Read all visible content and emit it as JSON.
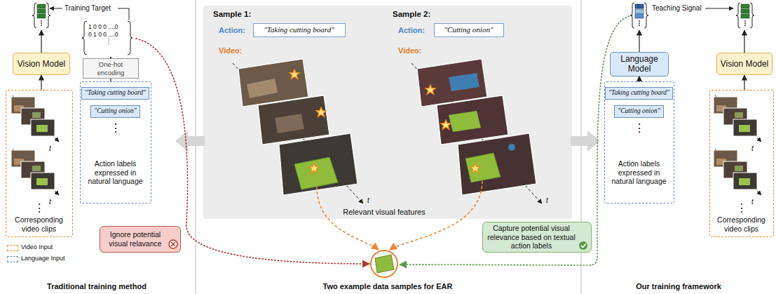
{
  "diagram": {
    "nodes": [
      {
        "text": [
          "⋮",
          "Corresponding video clips"
        ]
      },
      {
        "text": [
          "Vision Model"
        ]
      },
      {
        "text": [
          "One-hot encoding"
        ]
      },
      {
        "text": [
          "⋮",
          "Action labels expressed in natural language"
        ]
      },
      {
        "text": [
          "\"Taking cutting board\""
        ],
        "in": 3
      },
      {
        "text": [
          "\"Cutting onion\""
        ],
        "in": 3
      },
      {
        "text": [
          "Ignore potential visual relavance"
        ]
      },
      {
        "text": [
          "Sample 1:",
          "Action:",
          "Video:",
          "Sample 2:",
          "Action:",
          "Video:",
          "Relevant visual features"
        ]
      },
      {
        "text": [
          "\"Taking cutting board\""
        ],
        "in": 7
      },
      {
        "text": [
          "\"Cutting onion\""
        ],
        "in": 7
      },
      {
        "text": [
          "Capture potential visual relevance based on textual action labels"
        ]
      },
      {
        "text": [
          "Language Model"
        ]
      },
      {
        "text": [
          "⋮",
          "Action labels expressed in natural language"
        ]
      },
      {
        "text": [
          "\"Taking cutting board\""
        ],
        "in": 12
      },
      {
        "text": [
          "\"Cutting onion\""
        ],
        "in": 12
      },
      {
        "text": [
          "Vision Model"
        ]
      },
      {
        "text": [
          "⋮",
          "Corresponding video clips"
        ]
      }
    ],
    "edges": [
      {
        "from": 0,
        "to": 1,
        "arrow": "to"
      },
      {
        "from": 3,
        "to": 2,
        "arrow": "none"
      },
      {
        "from": 12,
        "to": 11,
        "arrow": "to"
      },
      {
        "from": 16,
        "to": 15,
        "arrow": "to"
      }
    ],
    "labels": [
      "Training Target",
      "1 0 0 0 ....0",
      "0 1 0 0 ....0",
      "⋮",
      "t",
      "t",
      "Traditional training method",
      "t",
      "t",
      "Two example data samples for EAR",
      "Teaching Signal",
      "t",
      "t",
      "Our training framework"
    ],
    "legend": [
      {
        "text": "Video Input"
      },
      {
        "text": "Language Input"
      }
    ]
  }
}
